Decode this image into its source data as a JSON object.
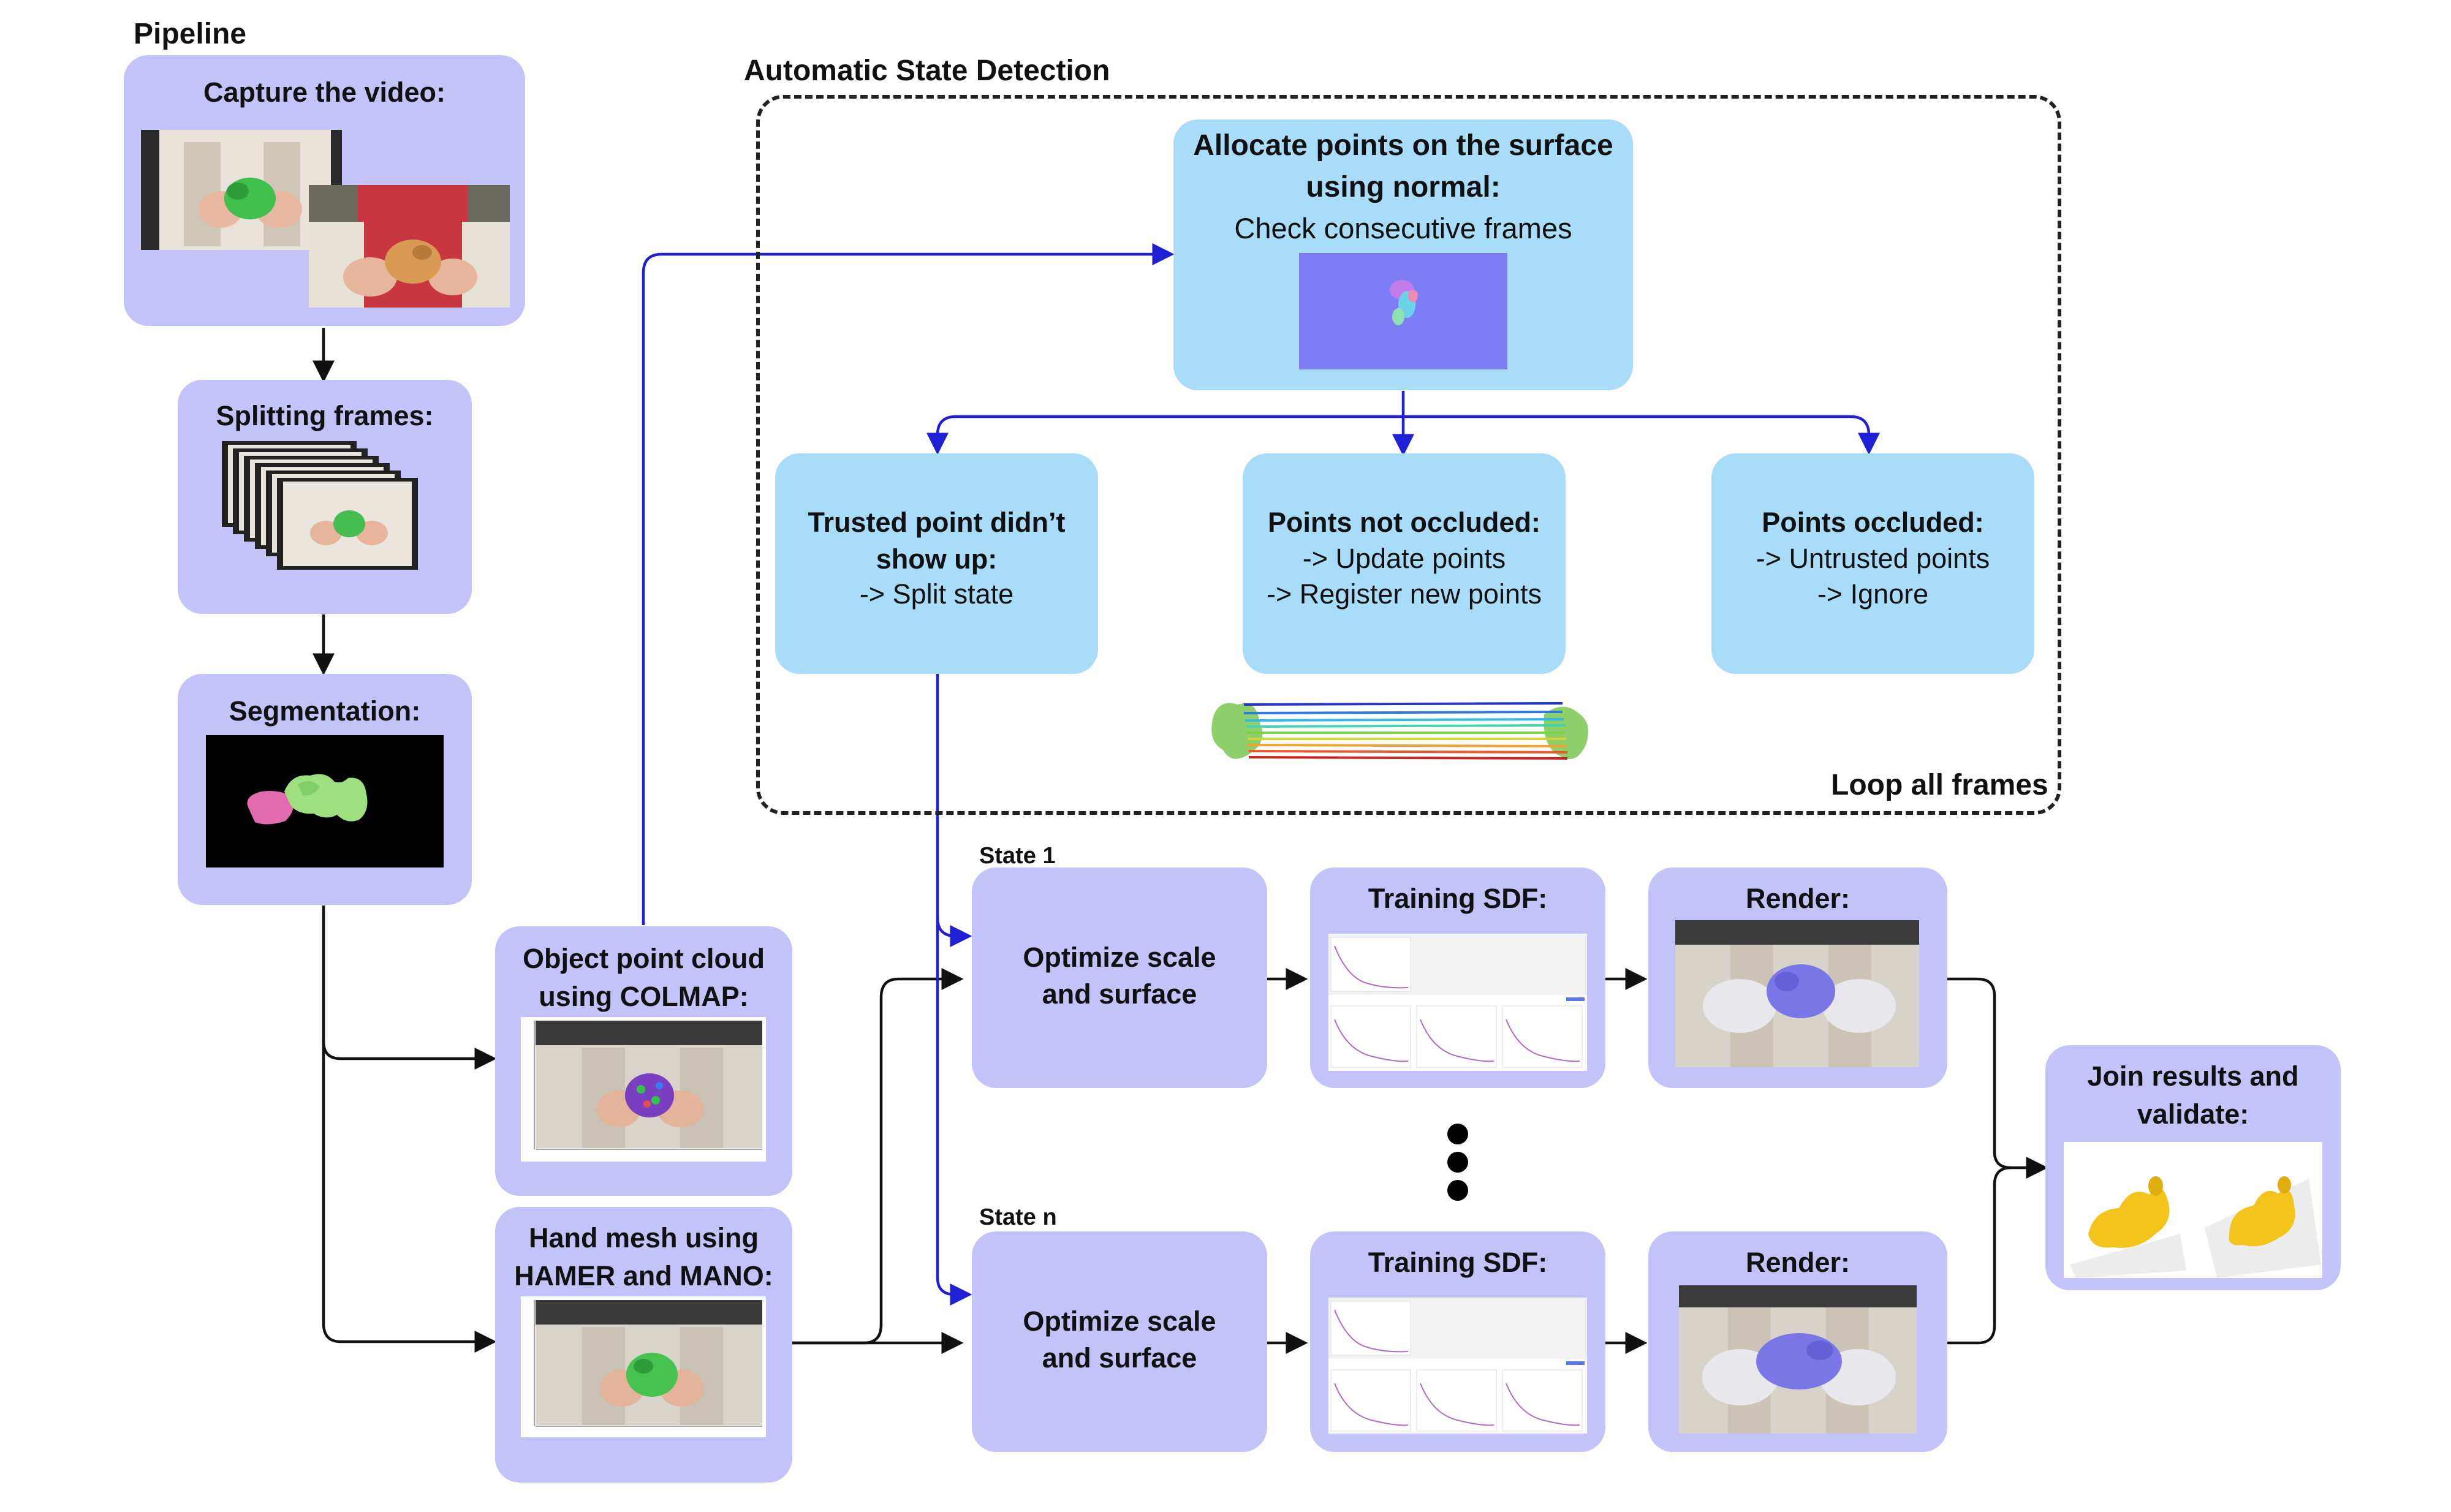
{
  "pipeline_title": "Pipeline",
  "detection_title": "Automatic State Detection",
  "loop_label": "Loop all frames",
  "state1_label": "State 1",
  "staten_label": "State n",
  "capture": {
    "title": "Capture the video:"
  },
  "splitting": {
    "title": "Splitting frames:"
  },
  "segmentation": {
    "title": "Segmentation:"
  },
  "point_cloud": {
    "title_line1": "Object point cloud",
    "title_line2": "using COLMAP:"
  },
  "hand_mesh": {
    "title_line1": "Hand mesh using",
    "title_line2": "HAMER and MANO:"
  },
  "allocate": {
    "title_line1": "Allocate points on the surface",
    "title_line2": "using normal:",
    "subtitle": "Check consecutive frames"
  },
  "trusted": {
    "title_line1": "Trusted point didn’t",
    "title_line2": "show up:",
    "line1": "-> Split state"
  },
  "not_occluded": {
    "title": "Points not occluded:",
    "line1": "-> Update points",
    "line2": "-> Register new points"
  },
  "occluded": {
    "title": "Points occluded:",
    "line1": "-> Untrusted points",
    "line2": "-> Ignore"
  },
  "optimize_1": {
    "line1": "Optimize scale",
    "line2": "and surface"
  },
  "optimize_n": {
    "line1": "Optimize scale",
    "line2": "and surface"
  },
  "training_1": {
    "title": "Training SDF:"
  },
  "training_n": {
    "title": "Training SDF:"
  },
  "render_1": {
    "title": "Render:"
  },
  "render_n": {
    "title": "Render:"
  },
  "join": {
    "title_line1": "Join results and",
    "title_line2": "validate:"
  },
  "colors": {
    "purple_box": "#c4c3f9",
    "blue_box": "#a9dcf8",
    "blue_arrow": "#1f1fd6",
    "black_arrow": "#111111",
    "normal_map": "#7d7df5",
    "render_mesh": "#7a76e6",
    "result_mesh": "#f2c41c"
  }
}
